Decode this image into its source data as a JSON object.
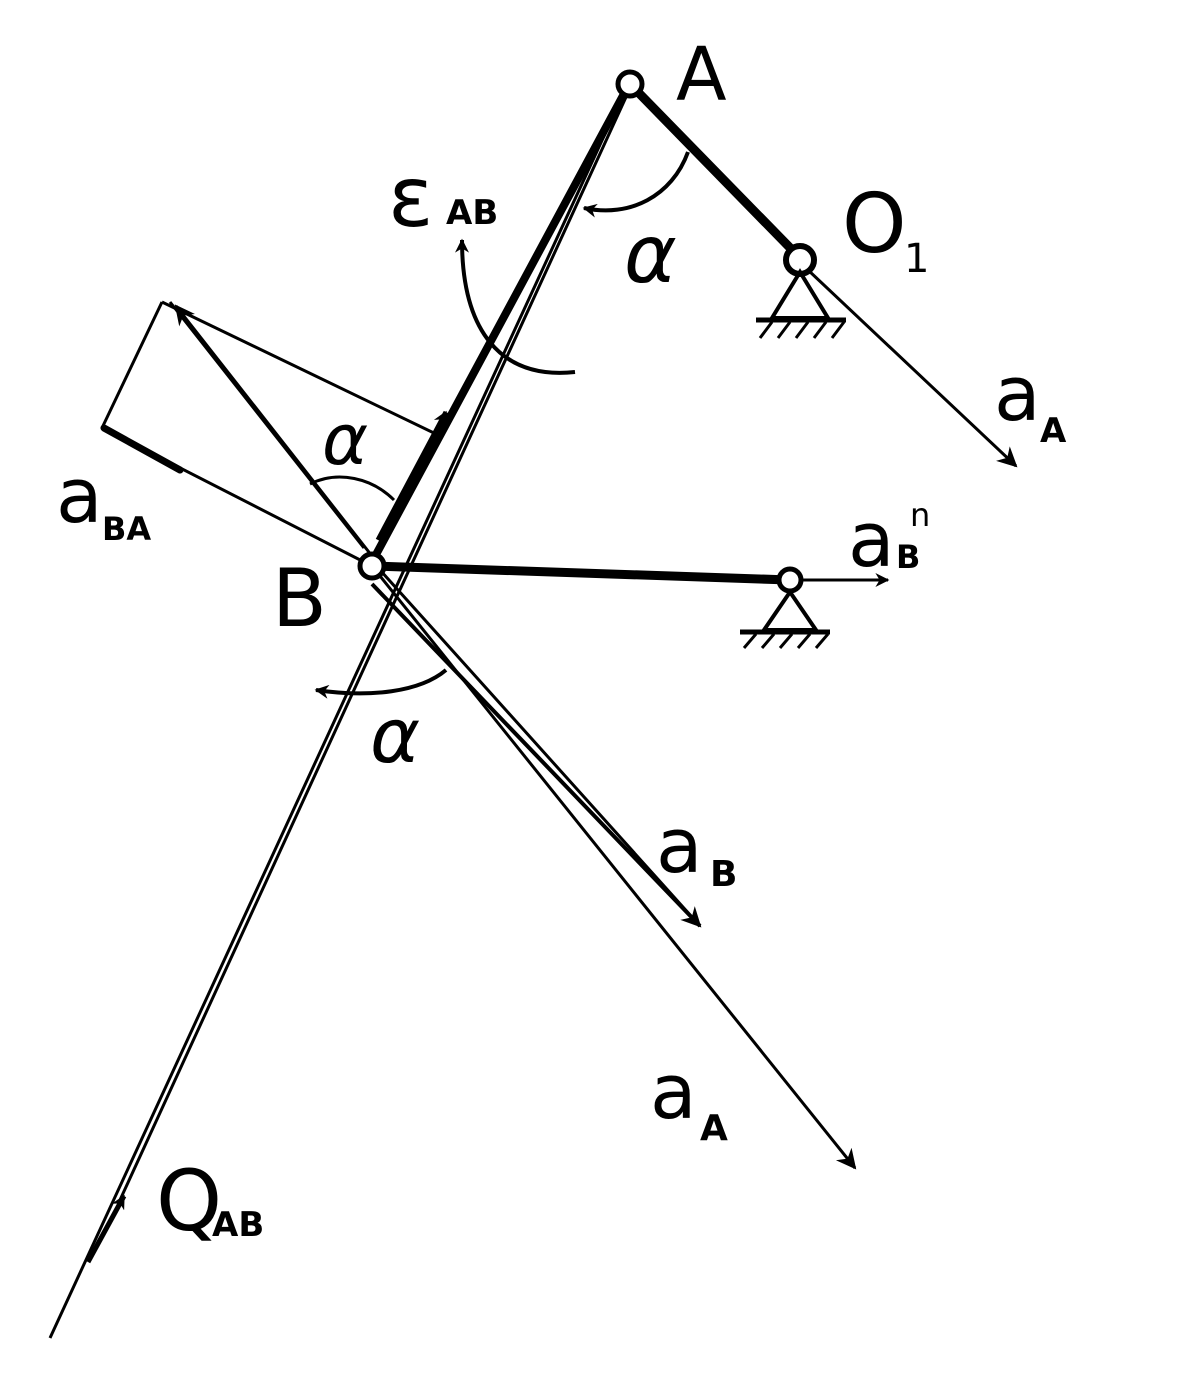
{
  "diagram": {
    "points": {
      "A": "A",
      "O1": {
        "main": "O",
        "sub": "1"
      },
      "B": "B"
    },
    "vectors": {
      "eps_AB": {
        "main": "ε",
        "sub": "AB"
      },
      "a_A_top": {
        "main": "a",
        "sub": "A"
      },
      "a_BA": {
        "main": "a",
        "sub": "BA"
      },
      "a_B_n": {
        "main": "a",
        "sub": "B",
        "sup": "n"
      },
      "a_B": {
        "main": "a",
        "sub": "B"
      },
      "a_A_bottom": {
        "main": "a",
        "sub": "A"
      },
      "Q_AB": {
        "main": "Q",
        "sub": "AB"
      }
    },
    "angles": {
      "alpha_top": "α",
      "alpha_mid": "α",
      "alpha_bottom": "α"
    }
  }
}
